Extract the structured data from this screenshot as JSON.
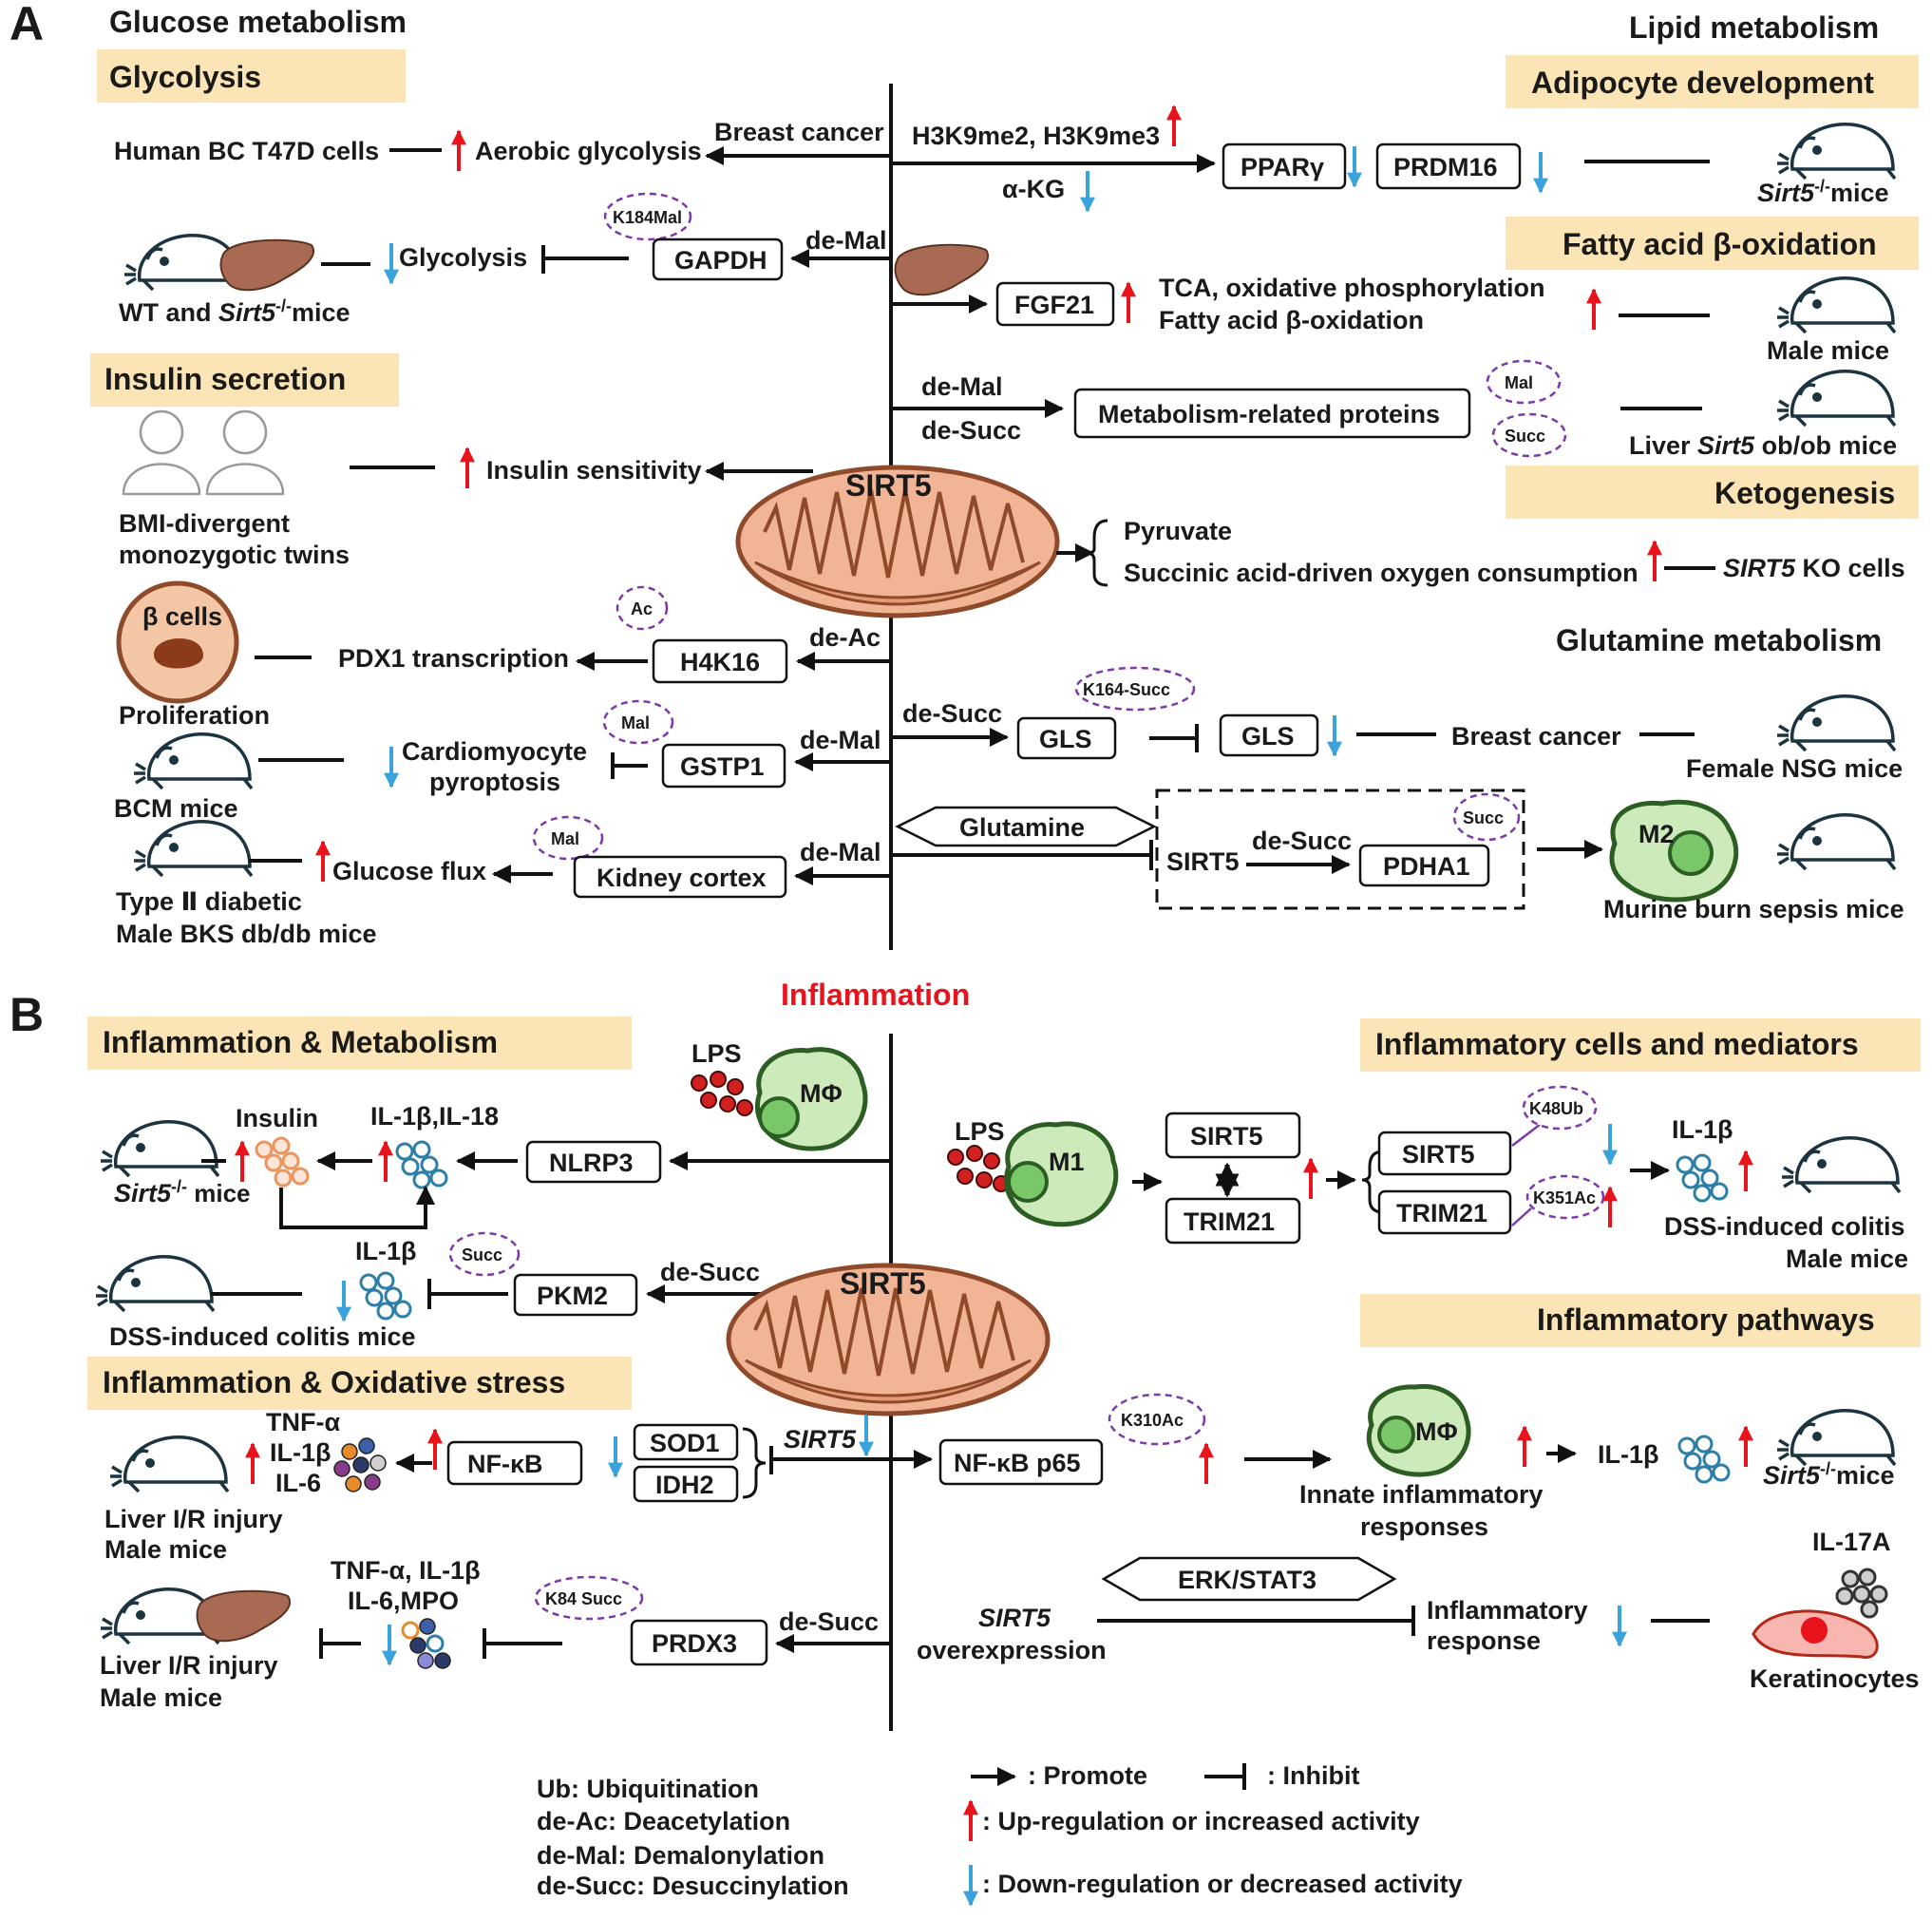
{
  "panels": {
    "a": "A",
    "b": "B"
  },
  "a": {
    "glucose_title": "Glucose metabolism",
    "lipid_title": "Lipid metabolism",
    "glycolysis": "Glycolysis",
    "adipocyte": "Adipocyte development",
    "fatty_acid": "Fatty acid β-oxidation",
    "insulin_secretion": "Insulin secretion",
    "ketogenesis": "Ketogenesis",
    "glutamine_metabolism": "Glutamine metabolism",
    "human_bc": "Human BC T47D cells",
    "aerobic": "Aerobic glycolysis",
    "breast_cancer": "Breast cancer",
    "h3k9": "H3K9me2, H3K9me3",
    "pparg": "PPARγ",
    "prdm16": "PRDM16",
    "akg": "α-KG",
    "sirt5_mice_pre": "Sirt5",
    "sirt5_mice_sup": "-/-",
    "sirt5_mice_post": "mice",
    "k184": "K184Mal",
    "glycolysis2": "Glycolysis",
    "gapdh": "GAPDH",
    "demal": "de-Mal",
    "wt_pre": "WT and ",
    "wt_sirt": "Sirt5",
    "wt_sup": "-/-",
    "wt_post": "mice",
    "fgf21": "FGF21",
    "tca": "TCA, oxidative phosphorylation",
    "fao": "Fatty acid β-oxidation",
    "male_mice": "Male mice",
    "demal2": "de-Mal",
    "desucc": "de-Succ",
    "mrp": "Metabolism-related proteins",
    "mal": "Mal",
    "succ": "Succ",
    "liver_pre": "Liver ",
    "liver_sirt": "Sirt5",
    "liver_post": " ob/ob mice",
    "insulin_sens": "Insulin sensitivity",
    "sirt5_main": "SIRT5",
    "bmi1": "BMI-divergent",
    "bmi2": "monozygotic twins",
    "pyruvate": "Pyruvate",
    "succinic": "Succinic acid-driven oxygen consumption",
    "ko_cells_pre": "SIRT5",
    "ko_cells_post": " KO cells",
    "beta_cells": "β cells",
    "ac": "Ac",
    "pdx1": "PDX1 transcription",
    "h4k16": "H4K16",
    "deac": "de-Ac",
    "proliferation": "Proliferation",
    "k164": "K164-Succ",
    "desucc2": "de-Succ",
    "gls1": "GLS",
    "gls2": "GLS",
    "breast_cancer2": "Breast cancer",
    "female_nsg": "Female NSG mice",
    "mal2": "Mal",
    "cardio1": "Cardiomyocyte",
    "cardio2": "pyroptosis",
    "gstp1": "GSTP1",
    "demal3": "de-Mal",
    "bcm": "BCM mice",
    "mal3": "Mal",
    "glucose_flux": "Glucose flux",
    "kidney": "Kidney cortex",
    "demal4": "de-Mal",
    "type2": "Type Ⅱ diabetic",
    "bks": "Male BKS db/db mice",
    "glutamine": "Glutamine",
    "sirt5_box": "SIRT5",
    "desucc3": "de-Succ",
    "succ2": "Succ",
    "pdha1": "PDHA1",
    "m2": "M2",
    "murine": "Murine burn sepsis mice"
  },
  "b": {
    "inflammation": "Inflammation",
    "infl_metab": "Inflammation & Metabolism",
    "infl_cells": "Inflammatory cells and mediators",
    "infl_pathways": "Inflammatory pathways",
    "infl_ox": "Inflammation & Oxidative stress",
    "lps1": "LPS",
    "mphi1": "MΦ",
    "insulin": "Insulin",
    "il1b_18": "IL-1β,IL-18",
    "nlrp3": "NLRP3",
    "sirt_mice_pre": "Sirt5",
    "sirt_mice_sup": "-/-",
    "sirt_mice_post": " mice",
    "lps2": "LPS",
    "m1": "M1",
    "sirt5_a": "SIRT5",
    "trim21_a": "TRIM21",
    "sirt5_b": "SIRT5",
    "trim21_b": "TRIM21",
    "k48": "K48Ub",
    "k351": "K351Ac",
    "il1b_r": "IL-1β",
    "dss_colitis": "DSS-induced colitis",
    "male_mice": "Male mice",
    "il1b_l": "IL-1β",
    "succ": "Succ",
    "pkm2": "PKM2",
    "desucc": "de-Succ",
    "sirt5_main": "SIRT5",
    "dss_mice": "DSS-induced colitis mice",
    "tnfa": "TNF-α",
    "il1b_c": "IL-1β",
    "il6": "IL-6",
    "nfkb": "NF-κB",
    "sod1": "SOD1",
    "idh2": "IDH2",
    "sirt5_it": "SIRT5",
    "nfkb65": "NF-κB p65",
    "k310": "K310Ac",
    "mphi2": "MΦ",
    "innate1": "Innate inflammatory",
    "innate2": "responses",
    "il1b_p": "IL-1β",
    "sirt_mice2_pre": "Sirt5",
    "sirt_mice2_sup": "-/-",
    "sirt_mice2_post": "mice",
    "liver_ir1": "Liver I/R injury",
    "male1": "Male mice",
    "tnf_il1b": "TNF-α, IL-1β",
    "il6_mpo": "IL-6,MPO",
    "k84": "K84 Succ",
    "prdx3": "PRDX3",
    "desucc2": "de-Succ",
    "sirt5_ov1": "SIRT5",
    "sirt5_ov2": "overexpression",
    "erk": "ERK/STAT3",
    "infl_resp1": "Inflammatory",
    "infl_resp2": "response",
    "il17a": "IL-17A",
    "keratinocytes": "Keratinocytes",
    "liver_ir2": "Liver I/R injury",
    "male2": "Male mice"
  },
  "legend": {
    "ub": "Ub: Ubiquitination",
    "deac": "de-Ac: Deacetylation",
    "demal": "de-Mal: Demalonylation",
    "desucc": "de-Succ: Desuccinylation",
    "promote": ": Promote",
    "inhibit": ": Inhibit",
    "up": ": Up-regulation or increased activity",
    "down": ": Down-regulation or decreased activity"
  },
  "colors": {
    "up_arrow": "#e8131b",
    "down_arrow": "#3aa3dc",
    "header_bg": "#fbe5b6",
    "dashed": "#7c3aa8"
  }
}
